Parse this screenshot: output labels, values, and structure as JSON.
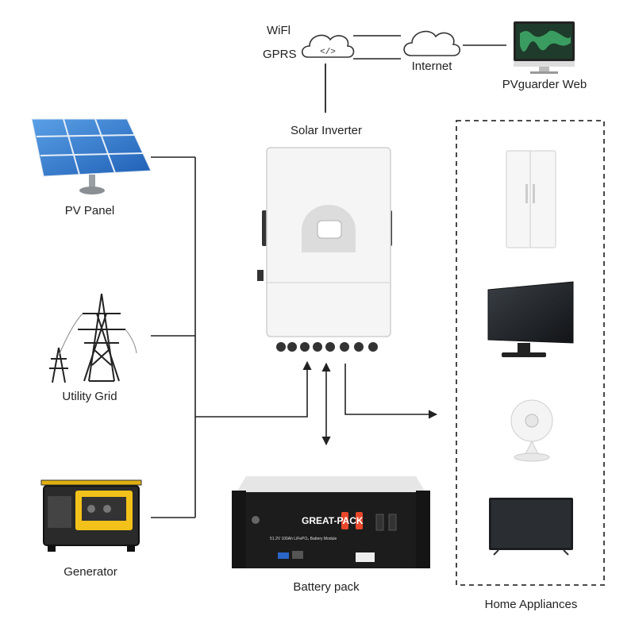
{
  "comms": {
    "wifi": "WiFl",
    "gprs": "GPRS",
    "internet": "Internet",
    "web": "PVguarder Web"
  },
  "sources": {
    "pv": "PV Panel",
    "grid": "Utility Grid",
    "generator": "Generator"
  },
  "inverter": {
    "label": "Solar Inverter"
  },
  "battery": {
    "label": "Battery pack",
    "brand": "GREAT-PACK",
    "spec": "51.2V 100Ah LiFePO₄ Battery Module"
  },
  "loads": {
    "label": "Home Appliances"
  },
  "colors": {
    "line": "#222222",
    "accent": "#e8472a",
    "inverter_body": "#f5f5f5",
    "battery_body": "#1c1c1c"
  }
}
